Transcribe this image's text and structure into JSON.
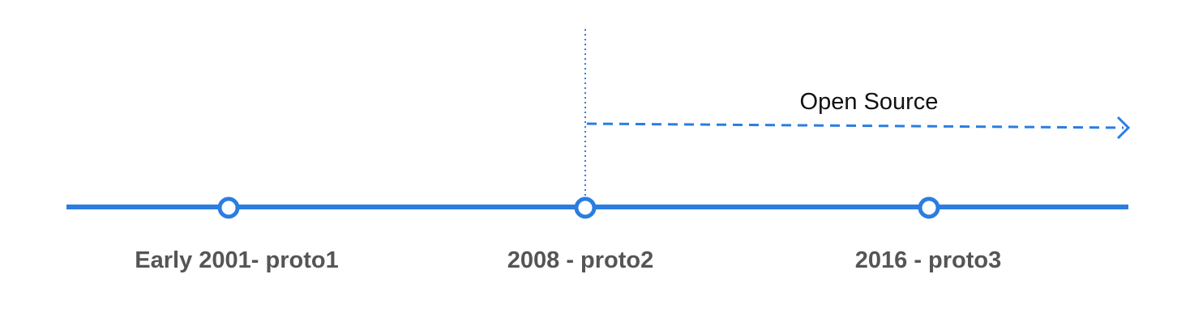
{
  "colors": {
    "accent": "#2b7de1",
    "label_text": "#555555",
    "annotation_text": "#111111"
  },
  "timeline": {
    "milestones": [
      {
        "label": "Early 2001- proto1"
      },
      {
        "label": "2008 - proto2"
      },
      {
        "label": "2016 - proto3"
      }
    ],
    "annotation": {
      "label": "Open Source"
    }
  }
}
